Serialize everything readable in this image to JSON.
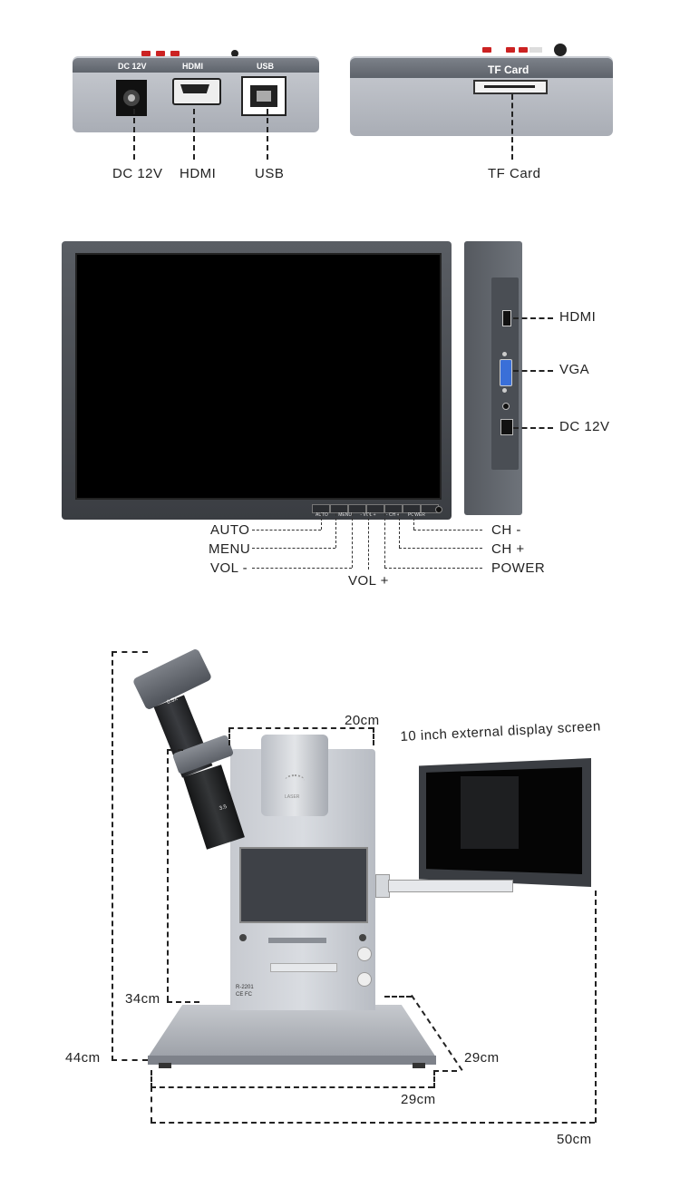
{
  "section1": {
    "device_a": {
      "panel_labels": {
        "dc": "DC 12V",
        "hdmi": "HDMI",
        "usb": "USB"
      },
      "callouts": {
        "dc": "DC 12V",
        "hdmi": "HDMI",
        "usb": "USB"
      }
    },
    "device_b": {
      "panel_label": "TF Card",
      "callout": "TF Card"
    }
  },
  "section2": {
    "side_callouts": {
      "hdmi": "HDMI",
      "vga": "VGA",
      "dc": "DC 12V"
    },
    "button_tags": [
      "AUTO",
      "MENU",
      "-",
      "VOL",
      "+",
      "-",
      "CH",
      "+",
      "POWER"
    ],
    "left_callouts": {
      "auto": "AUTO",
      "menu": "MENU",
      "vol_minus": "VOL -",
      "vol_plus": "VOL +"
    },
    "right_callouts": {
      "ch_minus": "CH -",
      "ch_plus": "CH +",
      "power": "POWER"
    }
  },
  "section3": {
    "dimensions": {
      "top_width": "20cm",
      "arm_height": "34cm",
      "total_height": "44cm",
      "base_depth": "29cm",
      "base_width": "29cm",
      "total_width": "50cm"
    },
    "screen_caption": "10 inch external display screen",
    "machine_text": {
      "lens_mark": "0.5X",
      "lens_scale": "3.5",
      "model": "R-2201",
      "cert": "CE FC",
      "laser": "LASER"
    }
  }
}
